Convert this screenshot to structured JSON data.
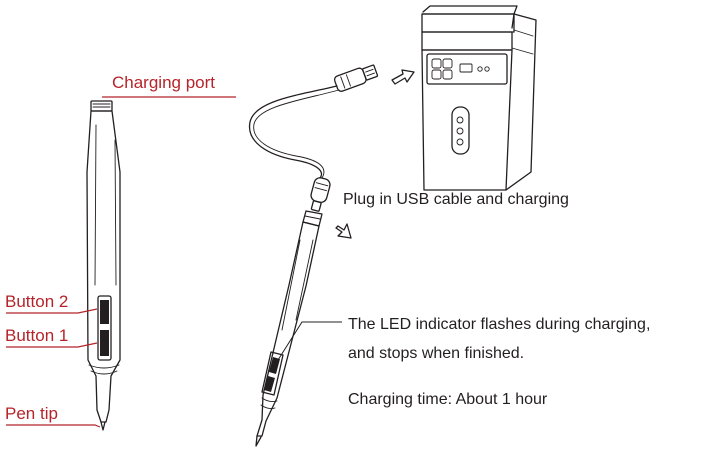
{
  "labels": {
    "charging_port": "Charging port",
    "button_2": "Button 2",
    "button_1": "Button 1",
    "pen_tip": "Pen tip"
  },
  "captions": {
    "plug_in": "Plug in USB cable and charging",
    "led_line1": "The LED indicator flashes during charging,",
    "led_line2": "and stops when finished.",
    "charging_time": "Charging time: About 1 hour"
  },
  "colors": {
    "label_red": "#b5242a",
    "ink": "#231f20"
  },
  "icons": {
    "arrow_to_computer": "hollow-arrow-right-icon",
    "arrow_to_pen": "hollow-arrow-down-icon"
  }
}
